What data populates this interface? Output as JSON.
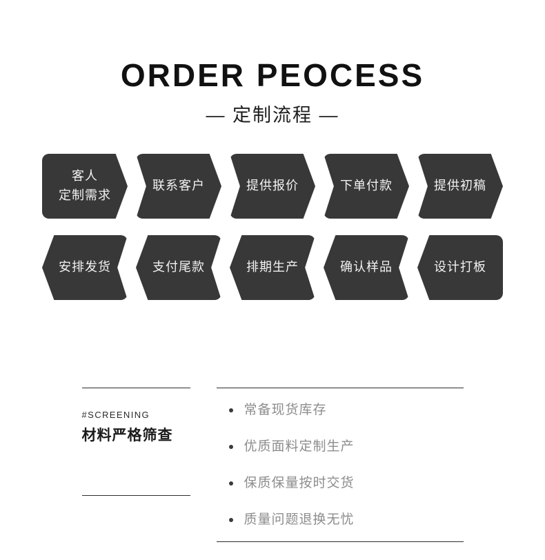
{
  "header": {
    "title": "ORDER PEOCESS",
    "subtitle": "— 定制流程 —"
  },
  "flow": {
    "row1": [
      {
        "lines": [
          "客人",
          "定制需求"
        ]
      },
      {
        "lines": [
          "联系客户"
        ]
      },
      {
        "lines": [
          "提供报价"
        ]
      },
      {
        "lines": [
          "下单付款"
        ]
      },
      {
        "lines": [
          "提供初稿"
        ]
      }
    ],
    "row2": [
      {
        "lines": [
          "安排发货"
        ]
      },
      {
        "lines": [
          "支付尾款"
        ]
      },
      {
        "lines": [
          "排期生产"
        ]
      },
      {
        "lines": [
          "确认样品"
        ]
      },
      {
        "lines": [
          "设计打板"
        ]
      }
    ]
  },
  "info": {
    "kicker": "#SCREENING",
    "heading": "材料严格筛查",
    "bullets": [
      "常备现货库存",
      "优质面料定制生产",
      "保质保量按时交货",
      "质量问题退换无忧"
    ]
  },
  "colors": {
    "box_fill": "#383838",
    "box_text": "#f2f2f2",
    "title_text": "#111111",
    "bullet_text": "#8d8d8d",
    "rule": "#2b2b2b",
    "background": "#ffffff"
  }
}
